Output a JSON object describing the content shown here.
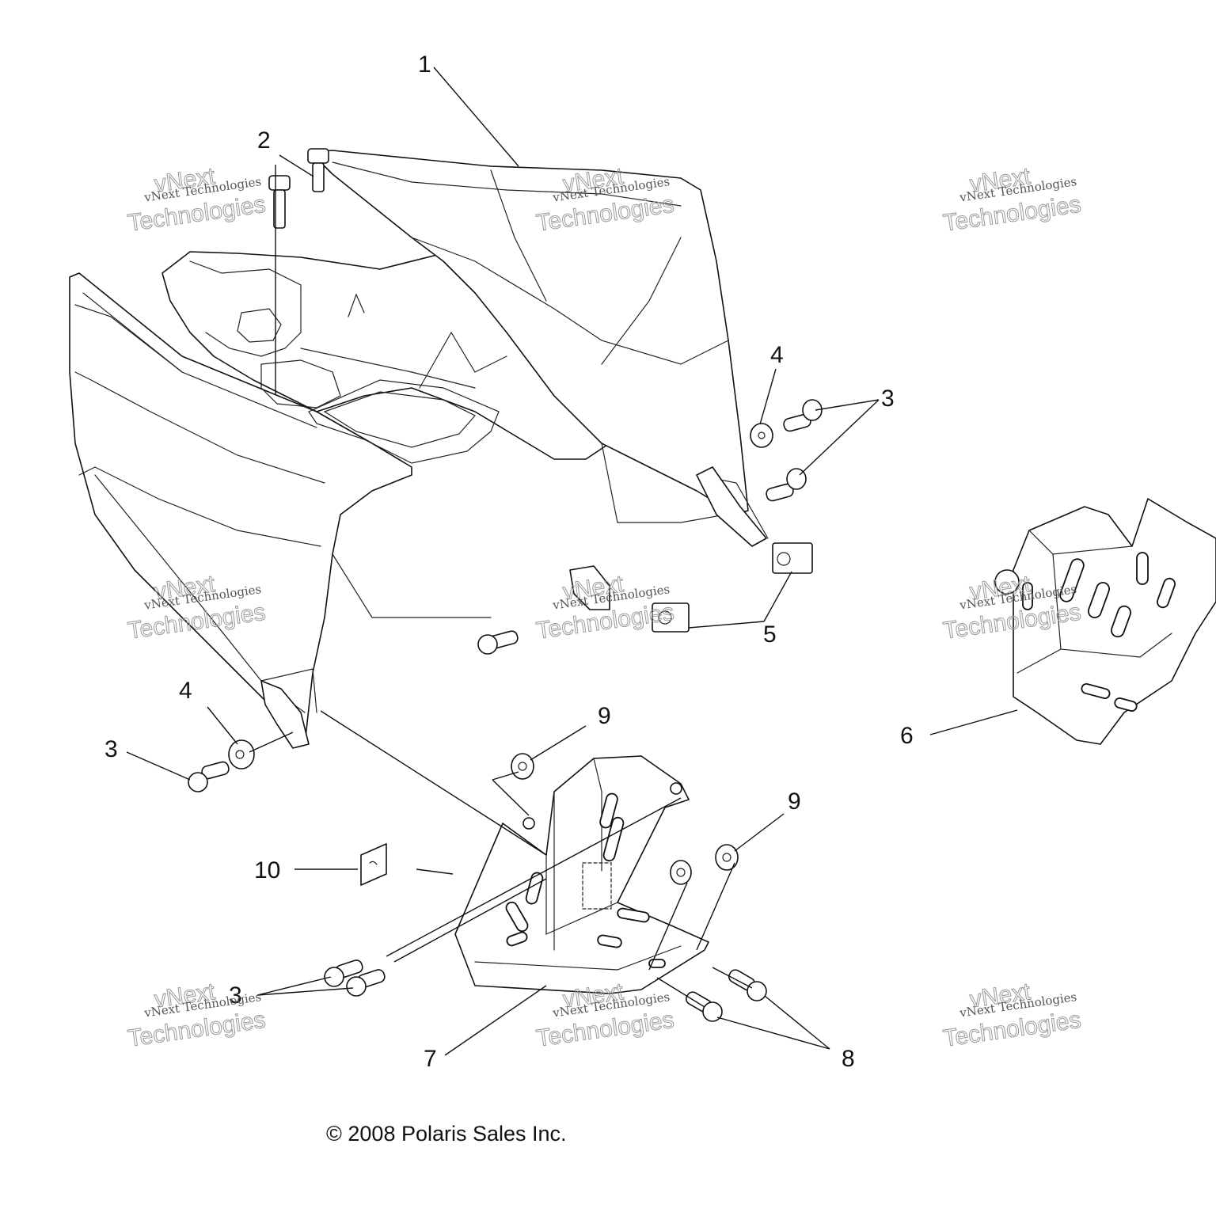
{
  "callouts": [
    {
      "id": "c1",
      "label": "1"
    },
    {
      "id": "c2",
      "label": "2"
    },
    {
      "id": "c3a",
      "label": "3"
    },
    {
      "id": "c4a",
      "label": "4"
    },
    {
      "id": "c5",
      "label": "5"
    },
    {
      "id": "c6",
      "label": "6"
    },
    {
      "id": "c4b",
      "label": "4"
    },
    {
      "id": "c3b",
      "label": "3"
    },
    {
      "id": "c9a",
      "label": "9"
    },
    {
      "id": "c9b",
      "label": "9"
    },
    {
      "id": "c10",
      "label": "10"
    },
    {
      "id": "c3c",
      "label": "3"
    },
    {
      "id": "c7",
      "label": "7"
    },
    {
      "id": "c8",
      "label": "8"
    }
  ],
  "watermark": {
    "line1": "vNext Technologies",
    "line2": "vNext",
    "line3": "Technologies"
  },
  "copyright": "© 2008 Polaris Sales Inc."
}
